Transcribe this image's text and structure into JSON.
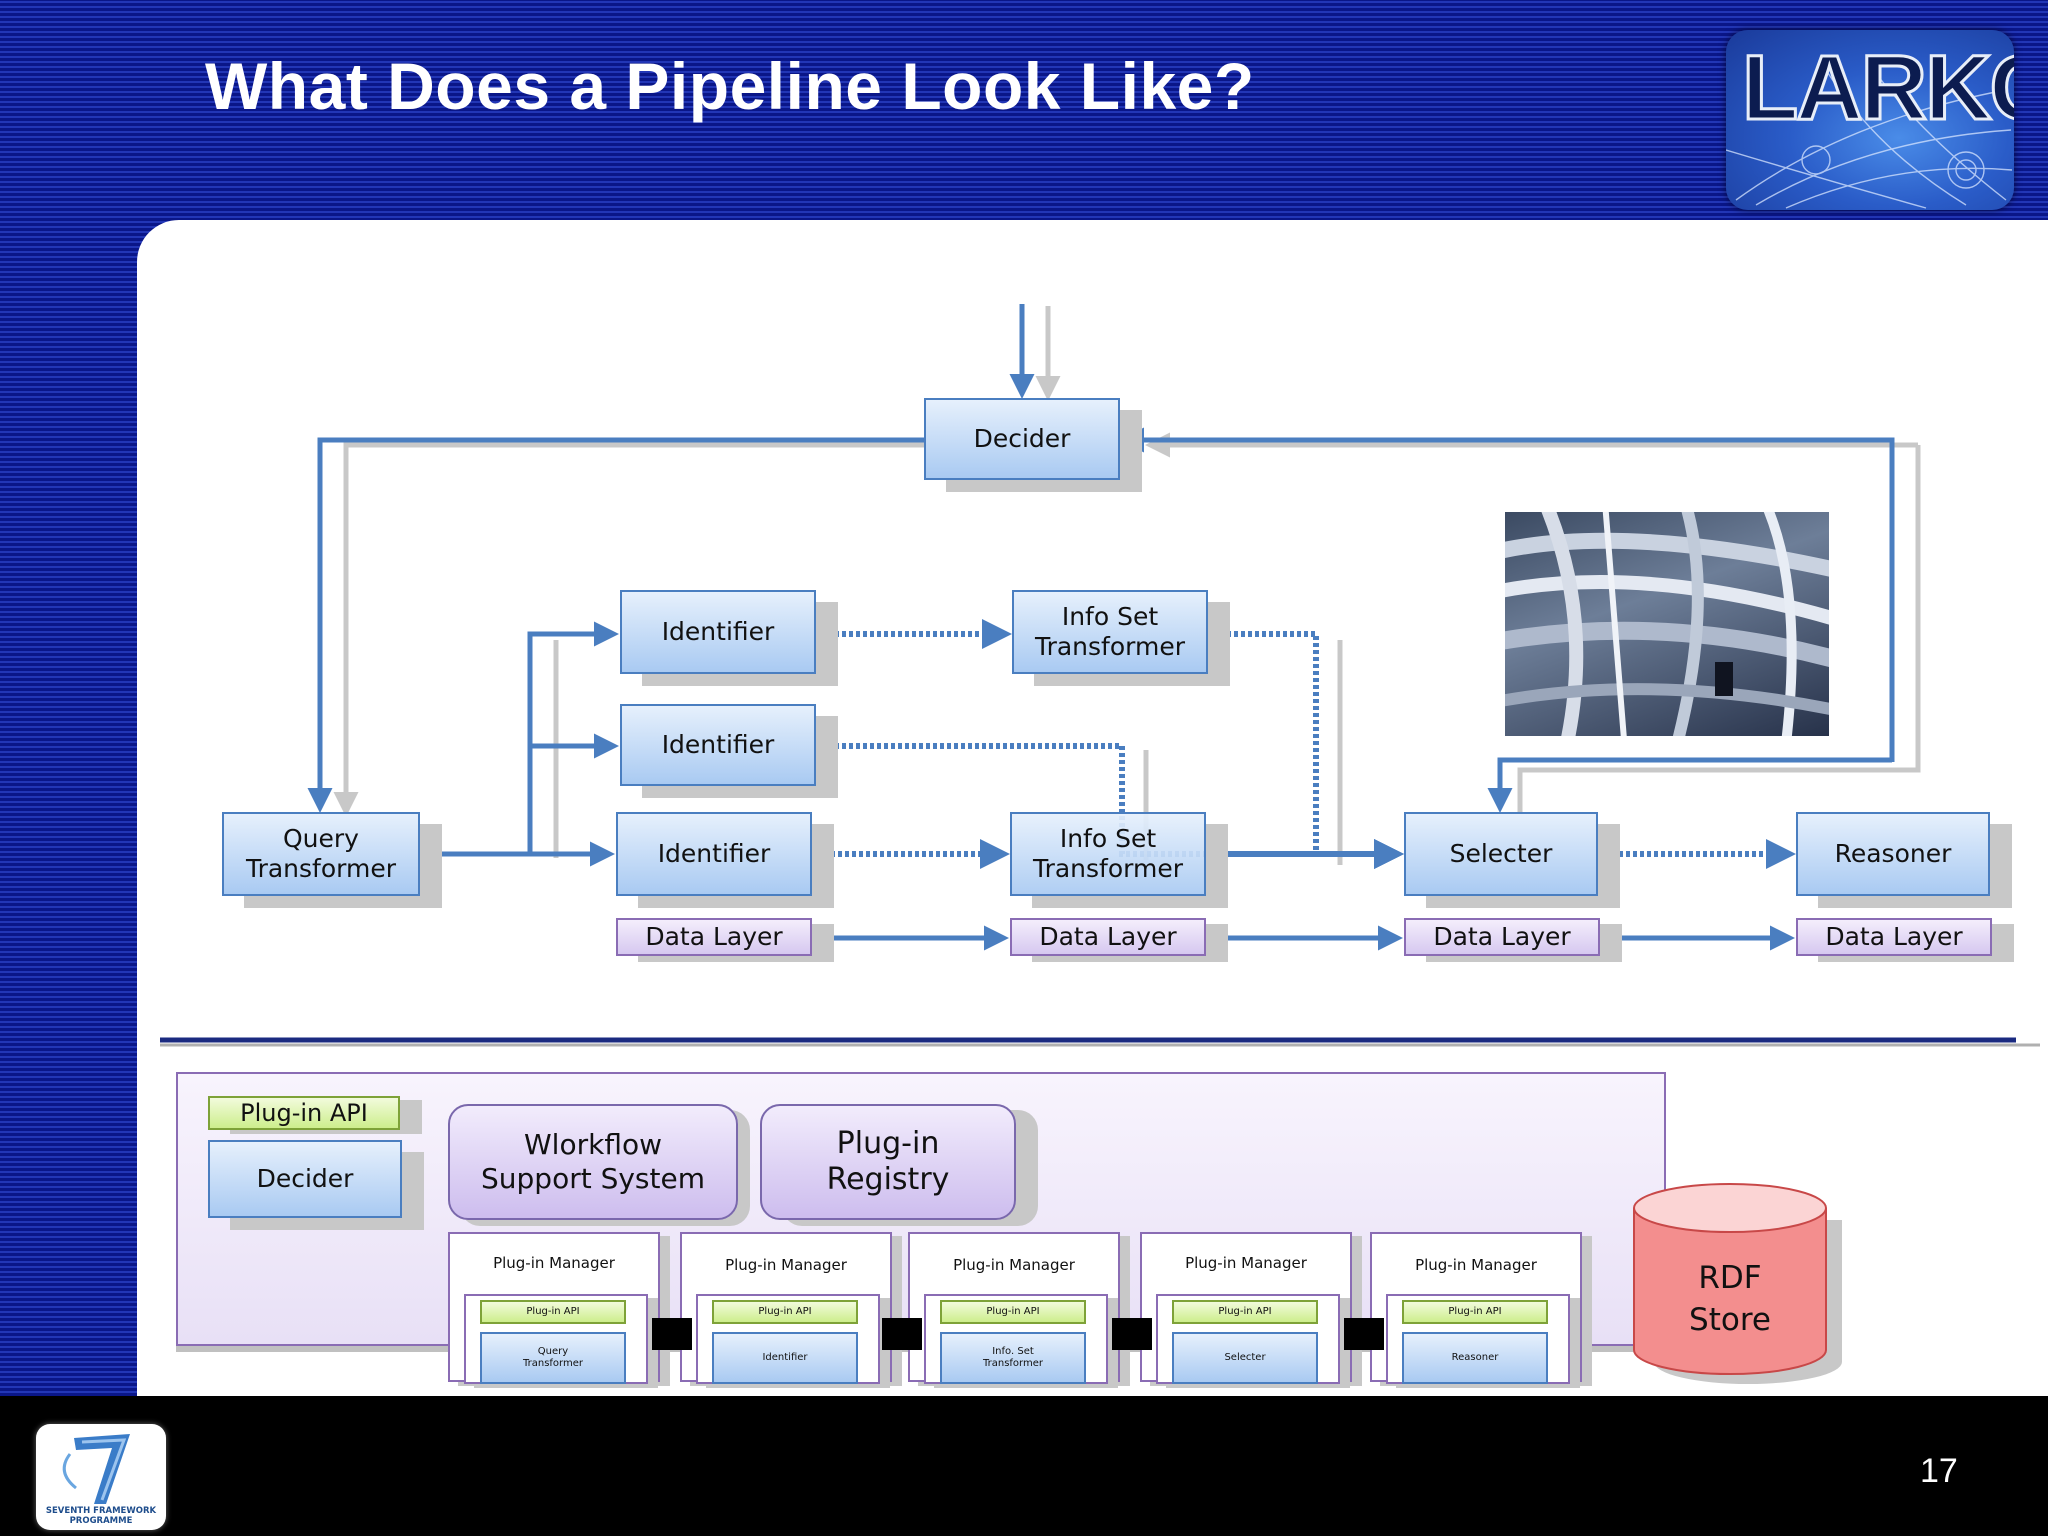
{
  "slide": {
    "title": "What Does a Pipeline Look Like?",
    "page_number": "17",
    "logo_text": "LARKC",
    "footer_logo_text": "SEVENTH FRAMEWORK PROGRAMME"
  },
  "pipeline": {
    "decider": "Decider",
    "query_transformer": "Query Transformer",
    "identifier_1": "Identifier",
    "identifier_2": "Identifier",
    "identifier_3": "Identifier",
    "info_set_transformer_1": "Info Set Transformer",
    "info_set_transformer_2": "Info Set Transformer",
    "selecter": "Selecter",
    "reasoner": "Reasoner",
    "data_layer_1": "Data Layer",
    "data_layer_2": "Data Layer",
    "data_layer_3": "Data Layer",
    "data_layer_4": "Data Layer"
  },
  "platform": {
    "plugin_api": "Plug-in API",
    "decider": "Decider",
    "workflow_support": "Wlorkflow Support System",
    "plugin_registry": "Plug-in Registry",
    "rdf_store": "RDF Store",
    "plugin_managers": [
      {
        "title": "Plug-in Manager",
        "api": "Plug-in API",
        "plugin": "Query Transformer"
      },
      {
        "title": "Plug-in Manager",
        "api": "Plug-in API",
        "plugin": "Identifier"
      },
      {
        "title": "Plug-in Manager",
        "api": "Plug-in API",
        "plugin": "Info. Set Transformer"
      },
      {
        "title": "Plug-in Manager",
        "api": "Plug-in API",
        "plugin": "Selecter"
      },
      {
        "title": "Plug-in Manager",
        "api": "Plug-in API",
        "plugin": "Reasoner"
      }
    ]
  },
  "colors": {
    "background_blue": "#0c1890",
    "box_border": "#4a7ec0",
    "arrow_blue": "#4a7ec0",
    "arrow_gray": "#c8c8c8",
    "data_layer_purple": "#d6c8f0",
    "plugin_api_green": "#cdee8c",
    "rdf_store_red": "#f08a8a"
  }
}
